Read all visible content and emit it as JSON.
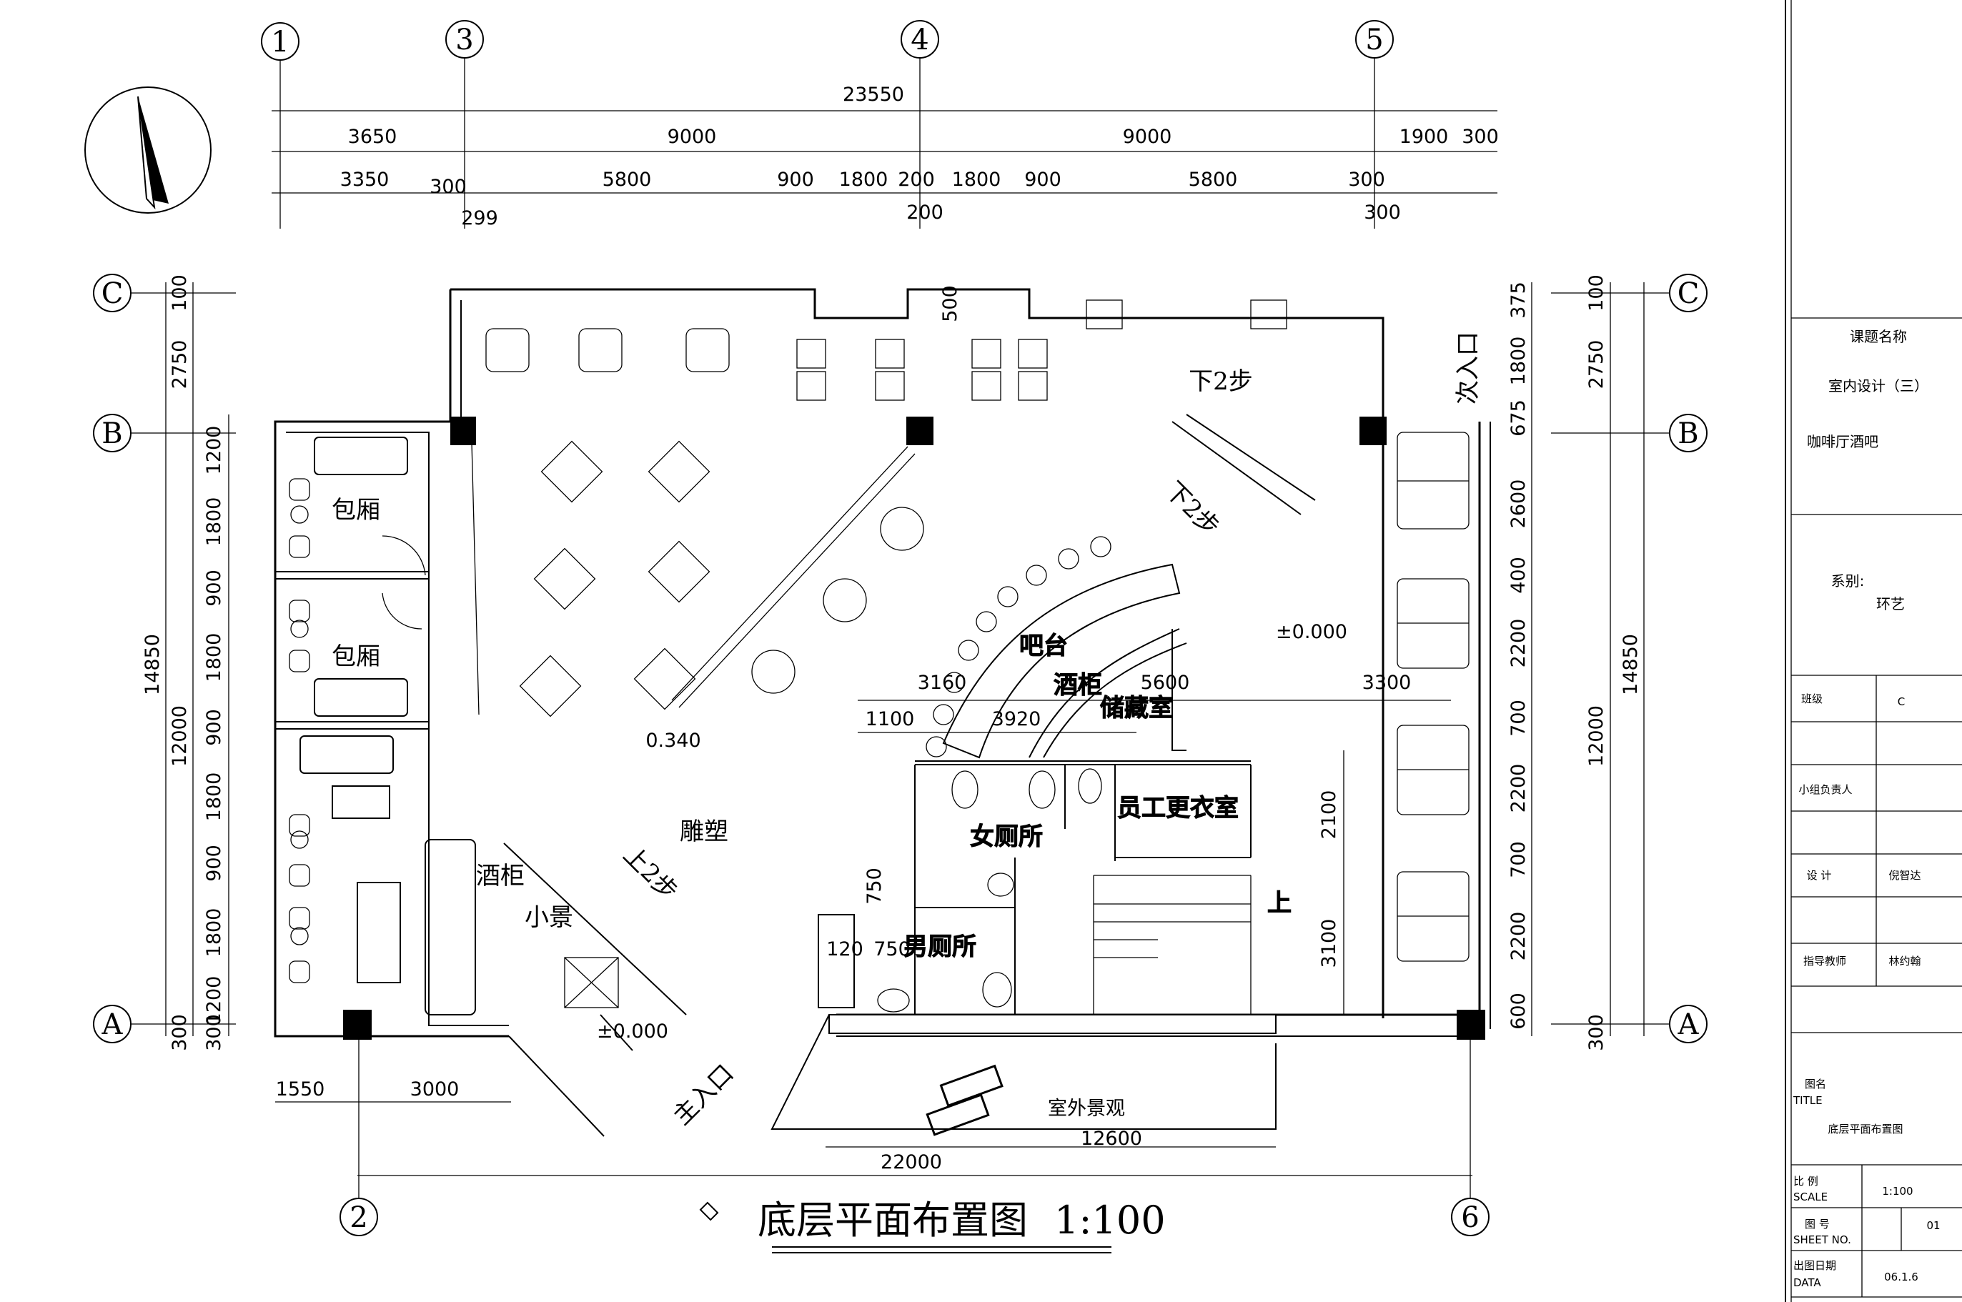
{
  "title": {
    "text": "底层平面布置图",
    "scale": "1:100"
  },
  "axes": {
    "top": [
      "1",
      "3",
      "4",
      "5"
    ],
    "bottom": [
      "2",
      "6"
    ],
    "left": [
      "C",
      "B",
      "A"
    ],
    "right": [
      "C",
      "B",
      "A"
    ]
  },
  "dimensions": {
    "top_total": "23550",
    "top_row1": [
      "3650",
      "9000",
      "9000",
      "1900",
      "300"
    ],
    "top_row2": [
      "3350",
      "300",
      "5800",
      "900",
      "1800",
      "200",
      "1800",
      "900",
      "5800",
      "300"
    ],
    "top_row3": [
      "299",
      "200",
      "300"
    ],
    "left_outer": [
      "100",
      "2750",
      "14850",
      "12000"
    ],
    "left_inner": [
      "1200",
      "1800",
      "900",
      "1800",
      "900",
      "1800",
      "900",
      "1800",
      "1200",
      "300"
    ],
    "left_bottom": "300",
    "right_outer": [
      "100",
      "2750",
      "14850",
      "12000",
      "300"
    ],
    "right_inner": [
      "375",
      "1800",
      "675",
      "2600",
      "400",
      "2200",
      "700",
      "2200",
      "700",
      "2200",
      "600"
    ],
    "bottom_row1": [
      "1550",
      "3000"
    ],
    "bottom_total": "22000",
    "bottom_landscape": "12600",
    "interior": [
      "3160",
      "5600",
      "3300",
      "1100",
      "3920",
      "2100",
      "3100",
      "500",
      "750",
      "120",
      "750"
    ]
  },
  "rooms": {
    "private_room_1": "包厢",
    "private_room_2": "包厢",
    "bar": "吧台",
    "wine_cabinet": "酒柜",
    "storage": "储藏室",
    "womens_restroom": "女厕所",
    "mens_restroom": "男厕所",
    "staff_locker": "员工更衣室",
    "sculpture": "雕塑",
    "wine_cabinet_2": "酒柜",
    "small_scene": "小景",
    "outdoor_landscape": "室外景观",
    "main_entrance": "主入口",
    "secondary_entrance": "次入口",
    "up_2_steps": "上2步",
    "down_2_steps_a": "下2步",
    "down_2_steps_b": "下2步",
    "up": "上",
    "level_0": "±0.000",
    "level_1": "±0.000",
    "level_2": "0.340"
  },
  "title_block": {
    "topic_label": "课题名称",
    "topic_value_1": "室内设计（三）",
    "topic_value_2": "咖啡厅酒吧",
    "department_label": "系别:",
    "department_value": "环艺",
    "class_label": "班级",
    "class_value": "C",
    "leader_label": "小组负责人",
    "designer_label": "设  计",
    "designer_value": "倪智达",
    "advisor_label": "指导教师",
    "advisor_value": "林约翰",
    "drawing_name_label": "图名",
    "drawing_name_label_en": "TITLE",
    "drawing_name_value": "底层平面布置图",
    "scale_label": "比 例",
    "scale_label_en": "SCALE",
    "scale_value": "1:100",
    "sheet_label": "图 号",
    "sheet_label_en": "SHEET NO.",
    "sheet_value": "01",
    "date_label": "出图日期",
    "date_label_en": "DATA",
    "date_value": "06.1.6"
  }
}
